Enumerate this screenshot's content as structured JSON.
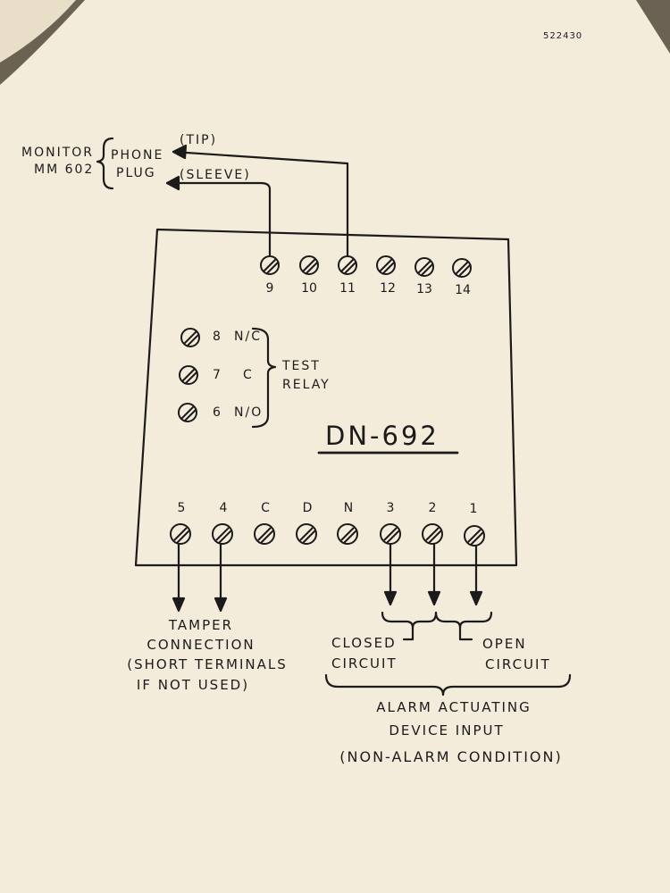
{
  "document_id": "522430",
  "monitor": {
    "line1": "MONITOR",
    "line2": "MM 602"
  },
  "phone_plug": {
    "line1": "PHONE",
    "line2": "PLUG"
  },
  "tip_label": "(TIP)",
  "sleeve_label": "(SLEEVE)",
  "top_terminals": [
    "9",
    "10",
    "11",
    "12",
    "13",
    "14"
  ],
  "relay_terminals": [
    {
      "num": "8",
      "tag": "N/C"
    },
    {
      "num": "7",
      "tag": "C"
    },
    {
      "num": "6",
      "tag": "N/O"
    }
  ],
  "test_relay": {
    "line1": "TEST",
    "line2": "RELAY"
  },
  "model": "DN-692",
  "bottom_terminals": [
    "5",
    "4",
    "C",
    "D",
    "N",
    "3",
    "2",
    "1"
  ],
  "tamper": {
    "line1": "TAMPER",
    "line2": "CONNECTION",
    "line3": "(SHORT TERMINALS",
    "line4": "IF NOT USED)"
  },
  "closed_circuit": {
    "line1": "CLOSED",
    "line2": "CIRCUIT"
  },
  "open_circuit": {
    "line1": "OPEN",
    "line2": "CIRCUIT"
  },
  "alarm_input": {
    "line1": "ALARM ACTUATING",
    "line2": "DEVICE INPUT",
    "line3": "(NON-ALARM CONDITION)"
  }
}
